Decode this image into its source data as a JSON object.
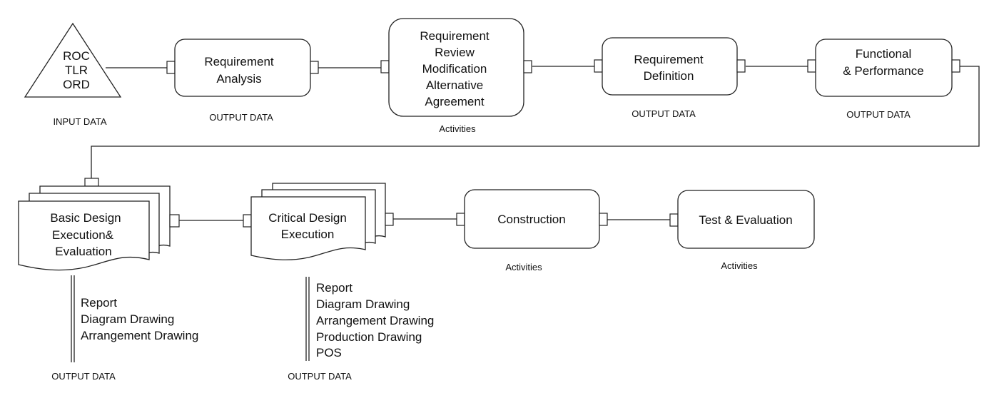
{
  "input": {
    "lines": [
      "ROC",
      "TLR",
      "ORD"
    ],
    "caption": "INPUT DATA"
  },
  "requirement_analysis": {
    "lines": [
      "Requirement",
      "Analysis"
    ],
    "caption": "OUTPUT DATA"
  },
  "requirement_review": {
    "lines": [
      "Requirement",
      "Review",
      "Modification",
      "Alternative",
      "Agreement"
    ],
    "caption": "Activities"
  },
  "requirement_definition": {
    "lines": [
      "Requirement",
      "Definition"
    ],
    "caption": "OUTPUT DATA"
  },
  "functional_performance": {
    "lines": [
      "Functional",
      "& Performance"
    ],
    "caption": "OUTPUT DATA"
  },
  "basic_design": {
    "lines": [
      "Basic Design",
      "Execution&",
      "Evaluation"
    ],
    "outputs": [
      "Report",
      "Diagram Drawing",
      "Arrangement Drawing"
    ],
    "caption": "OUTPUT DATA"
  },
  "critical_design": {
    "lines": [
      "Critical Design",
      "Execution"
    ],
    "outputs": [
      "Report",
      "Diagram Drawing",
      "Arrangement Drawing",
      "Production Drawing",
      "POS"
    ],
    "caption": "OUTPUT DATA"
  },
  "construction": {
    "lines": [
      "Construction"
    ],
    "caption": "Activities"
  },
  "test_evaluation": {
    "lines": [
      "Test & Evaluation"
    ],
    "caption": "Activities"
  }
}
